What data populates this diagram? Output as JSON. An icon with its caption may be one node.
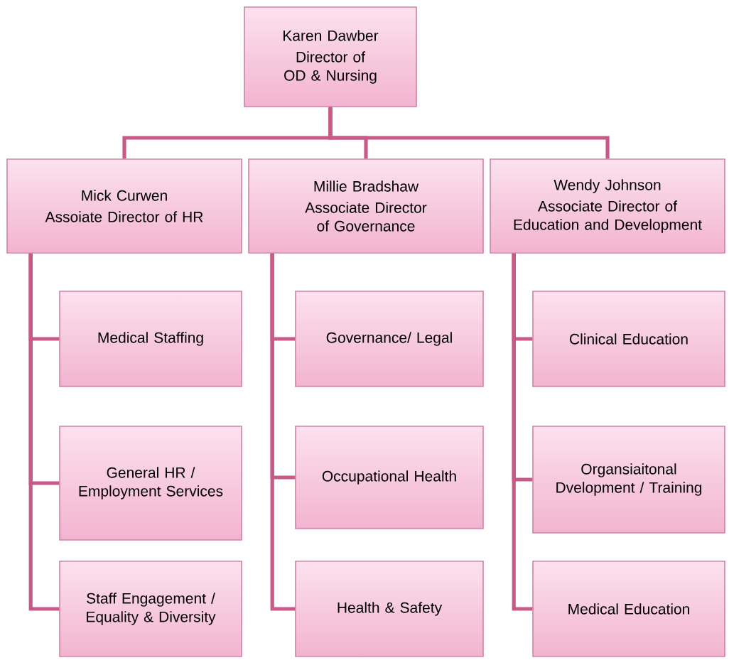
{
  "diagram": {
    "nodes": [
      {
        "text": [
          "Karen Dawber",
          "Director of OD & Nursing"
        ]
      },
      {
        "text": [
          "Mick Curwen",
          "Assoiate Director of HR"
        ]
      },
      {
        "text": [
          "Millie Bradshaw",
          "Associate Director of Governance"
        ]
      },
      {
        "text": [
          "Wendy Johnson",
          "Associate Director of Education and Development"
        ]
      },
      {
        "text": [
          "Medical Staffing"
        ]
      },
      {
        "text": [
          "General HR / Employment Services"
        ]
      },
      {
        "text": [
          "Staff Engagement / Equality & Diversity"
        ]
      },
      {
        "text": [
          "Governance/ Legal"
        ]
      },
      {
        "text": [
          "Occupational Health"
        ]
      },
      {
        "text": [
          "Health & Safety"
        ]
      },
      {
        "text": [
          "Clinical Education"
        ]
      },
      {
        "text": [
          "Organsiaitonal Dvelopment / Training"
        ]
      },
      {
        "text": [
          "Medical Education"
        ]
      }
    ],
    "edges": [
      {
        "from": 0,
        "to": 1,
        "arrow": "none"
      },
      {
        "from": 0,
        "to": 2,
        "arrow": "none"
      },
      {
        "from": 0,
        "to": 3,
        "arrow": "none"
      },
      {
        "from": 1,
        "to": 4,
        "arrow": "none"
      },
      {
        "from": 1,
        "to": 5,
        "arrow": "none"
      },
      {
        "from": 1,
        "to": 6,
        "arrow": "none"
      },
      {
        "from": 2,
        "to": 7,
        "arrow": "none"
      },
      {
        "from": 2,
        "to": 8,
        "arrow": "none"
      },
      {
        "from": 2,
        "to": 9,
        "arrow": "none"
      },
      {
        "from": 3,
        "to": 10,
        "arrow": "none"
      },
      {
        "from": 3,
        "to": 11,
        "arrow": "none"
      },
      {
        "from": 3,
        "to": 12,
        "arrow": "none"
      }
    ]
  }
}
